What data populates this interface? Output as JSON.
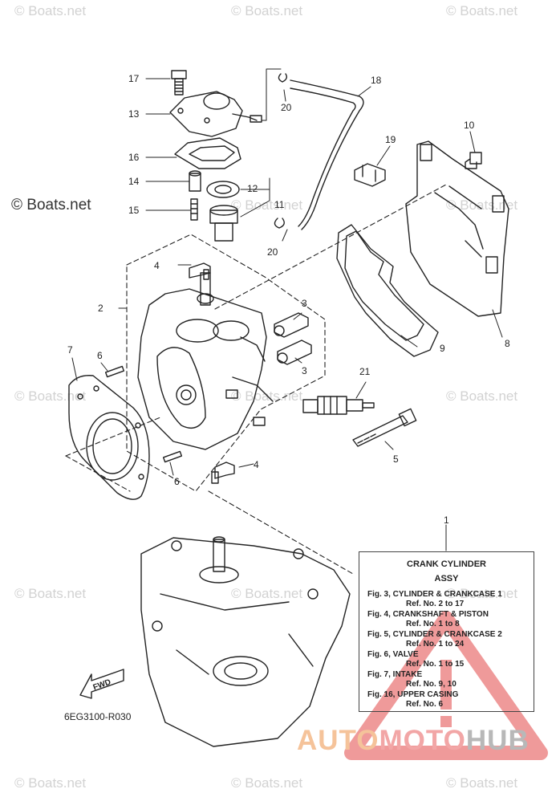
{
  "watermarks": {
    "text": "© Boats.net",
    "main_text": "© Boats.net"
  },
  "callouts": {
    "c1": "1",
    "c2": "2",
    "c3a": "3",
    "c3b": "3",
    "c4a": "4",
    "c4b": "4",
    "c5": "5",
    "c6a": "6",
    "c6b": "6",
    "c7": "7",
    "c8": "8",
    "c9": "9",
    "c10": "10",
    "c11": "11",
    "c12": "12",
    "c13": "13",
    "c14": "14",
    "c15": "15",
    "c16": "16",
    "c17": "17",
    "c18": "18",
    "c19": "19",
    "c20a": "20",
    "c20b": "20",
    "c21": "21"
  },
  "reference_box": {
    "title": "CRANK CYLINDER",
    "subtitle": "ASSY",
    "lines": [
      "Fig. 3, CYLINDER & CRANKCASE 1",
      "Ref. No. 2 to 17",
      "Fig. 4, CRANKSHAFT & PISTON",
      "Ref. No. 1 to 8",
      "Fig. 5, CYLINDER & CRANKCASE 2",
      "Ref. No. 1 to 24",
      "Fig. 6, VALVE",
      "Ref. No. 1 to 15",
      "Fig. 7, INTAKE",
      "Ref. No. 9, 10",
      "Fig. 16, UPPER CASING",
      "Ref. No. 6"
    ]
  },
  "fwd_label": "FWD",
  "diagram_code": "6EG3100-R030",
  "brand": {
    "part1": "AUTO",
    "part2": "MOTO",
    "part3": "HUB"
  },
  "colors": {
    "line": "#222222",
    "watermark": "#d2d2d2",
    "brand_orange": "#f5c39a",
    "brand_red": "#f2a6a6",
    "brand_gray": "#b8b8b8",
    "warning_triangle": "#ef9a9a"
  }
}
